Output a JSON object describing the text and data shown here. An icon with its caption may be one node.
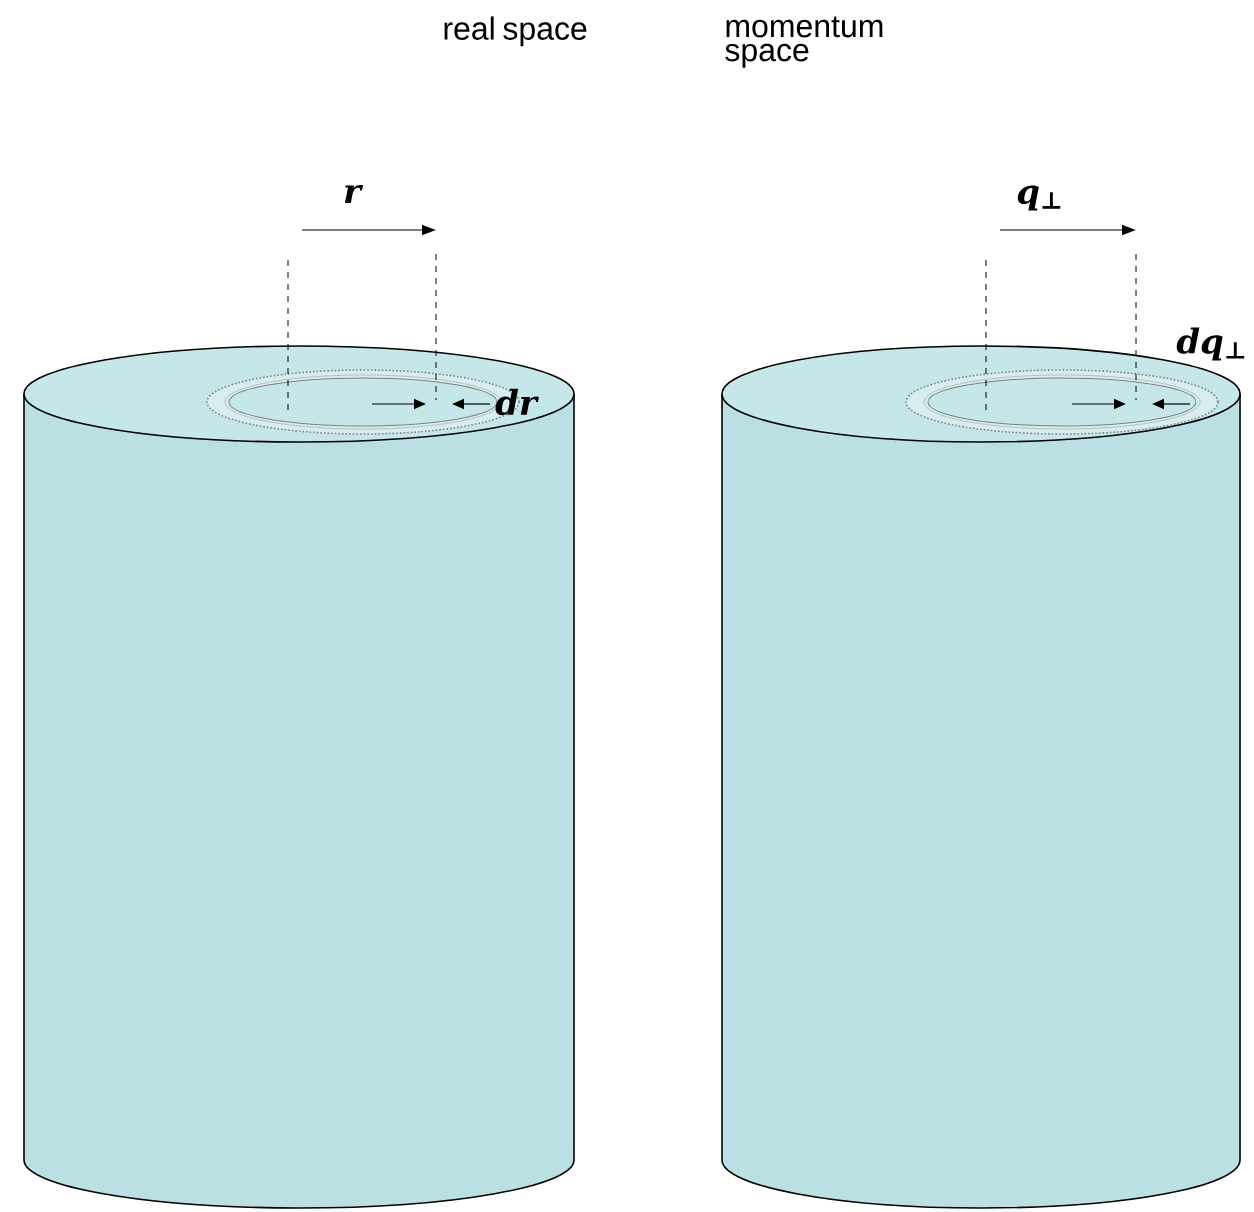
{
  "diagram": {
    "labels": [
      "real space",
      "momentum space",
      "r",
      "dr",
      "q$_{⊥}$",
      "dq$_{⊥}$"
    ]
  }
}
